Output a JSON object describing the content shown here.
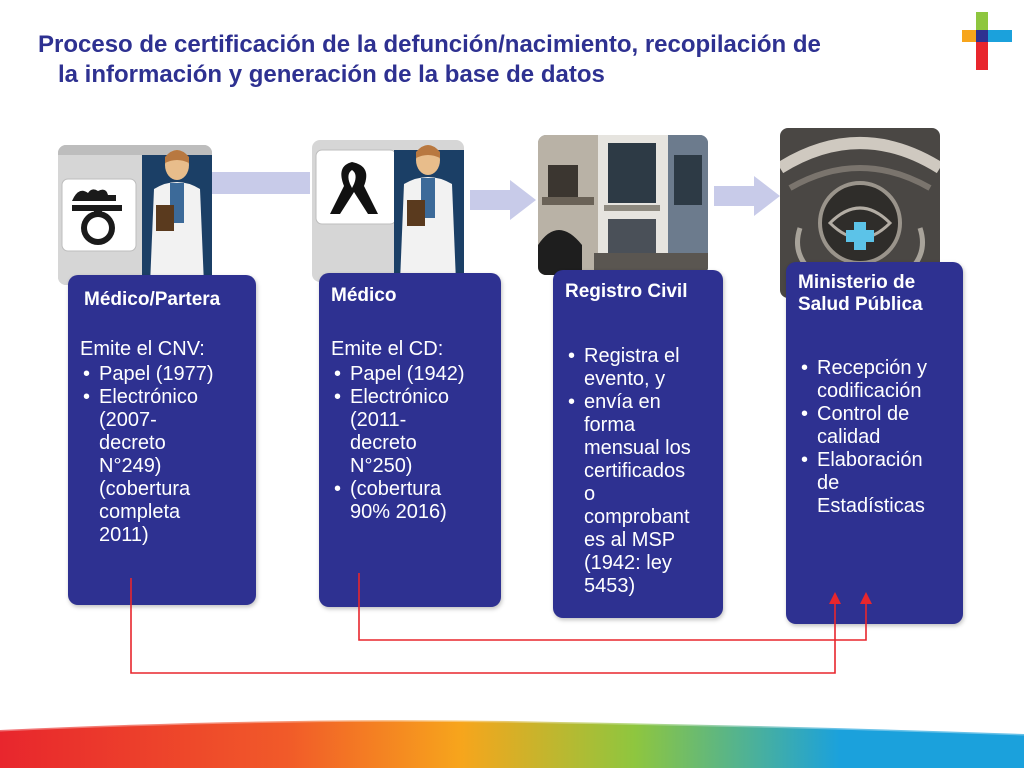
{
  "slide": {
    "title_line1": "Proceso de certificación de la defunción/nacimiento, recopilación de",
    "title_line2": "la información y generación de la base de datos"
  },
  "stages": [
    {
      "heading": "Médico/Partera",
      "intro": "Emite el CNV:",
      "items": [
        "Papel (1977)",
        "Electrónico (2007- decreto N°249) (cobertura completa 2011)"
      ],
      "photo_icon": "baby-scale-icon"
    },
    {
      "heading": "Médico",
      "intro": "Emite el CD:",
      "items": [
        "Papel (1942)",
        "Electrónico (2011- decreto N°250)",
        "(cobertura 90% 2016)"
      ],
      "photo_icon": "mourning-ribbon-icon"
    },
    {
      "heading": "Registro Civil",
      "items": [
        "Registra el evento, y",
        "envía en forma mensual los certificados o comprobant es al MSP (1942: ley 5453)"
      ],
      "photo_icon": "building-photo"
    },
    {
      "heading": "Ministerio de Salud Pública",
      "items": [
        "Recepción y codificación",
        "Control de calidad",
        "Elaboración de Estadísticas"
      ],
      "photo_icon": "msp-crest-photo"
    }
  ],
  "colors": {
    "title": "#2e3191",
    "card": "#2e3191",
    "arrow": "#c8cbe9",
    "connector": "#e8262d",
    "footer": [
      "#e8262d",
      "#f7a51c",
      "#8ec63f",
      "#1ba1dc"
    ]
  }
}
